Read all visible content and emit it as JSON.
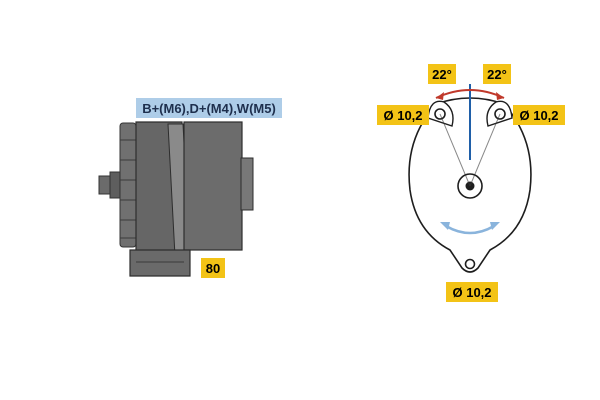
{
  "side_view": {
    "terminal_label": "B+(M6),D+(M4),W(M5)",
    "length_label": "80"
  },
  "front_view": {
    "angle_left": "22°",
    "angle_right": "22°",
    "hole_left": "Ø 10,2",
    "hole_right": "Ø 10,2",
    "hole_bottom": "Ø 10,2"
  },
  "colors": {
    "label_blue": "#aecde8",
    "label_yellow": "#f3c316",
    "body_gray": "#6a6a6a",
    "axis_blue": "#1f5fa8",
    "arc_red": "#c0392b",
    "rotation_arrow": "#8ab4dc"
  }
}
